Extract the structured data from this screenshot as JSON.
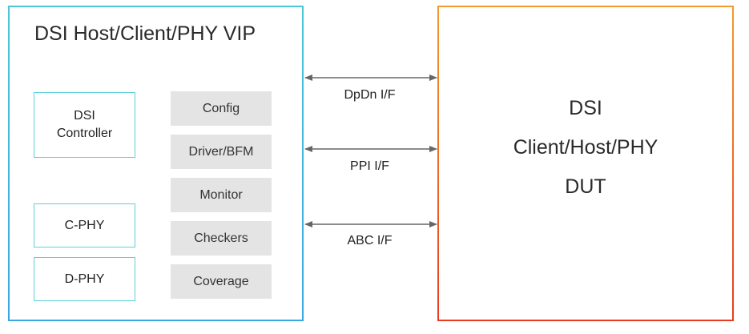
{
  "vip": {
    "title": "DSI Host/Client/PHY VIP",
    "blocks": {
      "dsi_controller": "DSI\nController",
      "c_phy": "C-PHY",
      "d_phy": "D-PHY"
    },
    "components": [
      "Config",
      "Driver/BFM",
      "Monitor",
      "Checkers",
      "Coverage"
    ]
  },
  "interfaces": [
    "DpDn I/F",
    "PPI I/F",
    "ABC I/F"
  ],
  "dut": {
    "lines": [
      "DSI",
      "Client/Host/PHY",
      "DUT"
    ]
  },
  "colors": {
    "vip_border": "#3aa8e0",
    "block_border": "#5fd0da",
    "component_fill": "#e4e4e4",
    "dut_border_top": "#f39a2a",
    "dut_border_bottom": "#ea3a1f",
    "arrow": "#666666"
  }
}
